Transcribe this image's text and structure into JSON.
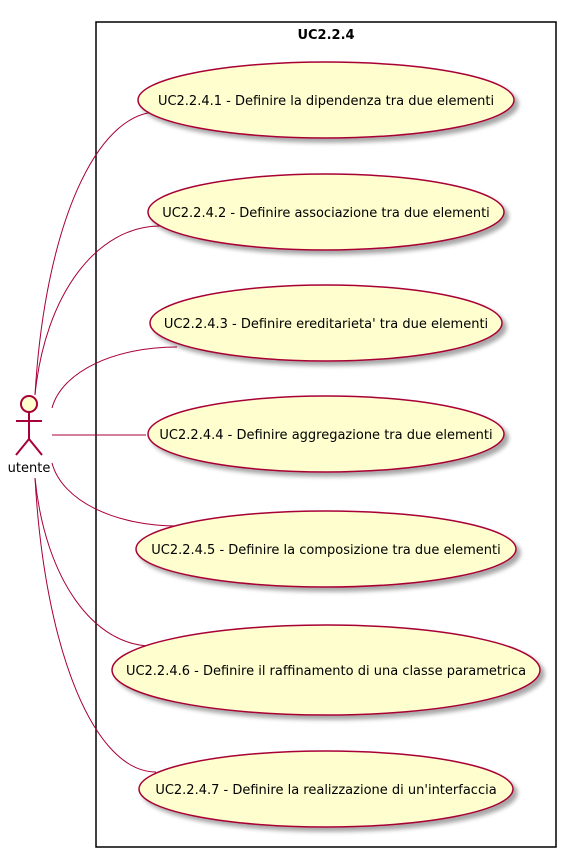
{
  "system": {
    "title": "UC2.2.4"
  },
  "actor": {
    "name": "utente"
  },
  "use_cases": [
    {
      "label": "UC2.2.4.1 - Definire la dipendenza tra due elementi"
    },
    {
      "label": "UC2.2.4.2 - Definire associazione tra due elementi"
    },
    {
      "label": "UC2.2.4.3 - Definire ereditarieta' tra due elementi"
    },
    {
      "label": "UC2.2.4.4 - Definire aggregazione tra due elementi"
    },
    {
      "label": "UC2.2.4.5 - Definire la composizione tra due elementi"
    },
    {
      "label": "UC2.2.4.6 - Definire il raffinamento di una classe parametrica"
    },
    {
      "label": "UC2.2.4.7 - Definire la realizzazione di un'interfaccia"
    }
  ],
  "colors": {
    "usecase_fill": "#FEFECE",
    "usecase_stroke": "#A80036",
    "connector": "#A80036",
    "actor_fill": "#FEFECE",
    "actor_stroke": "#A80036",
    "boundary_stroke": "#000000"
  }
}
